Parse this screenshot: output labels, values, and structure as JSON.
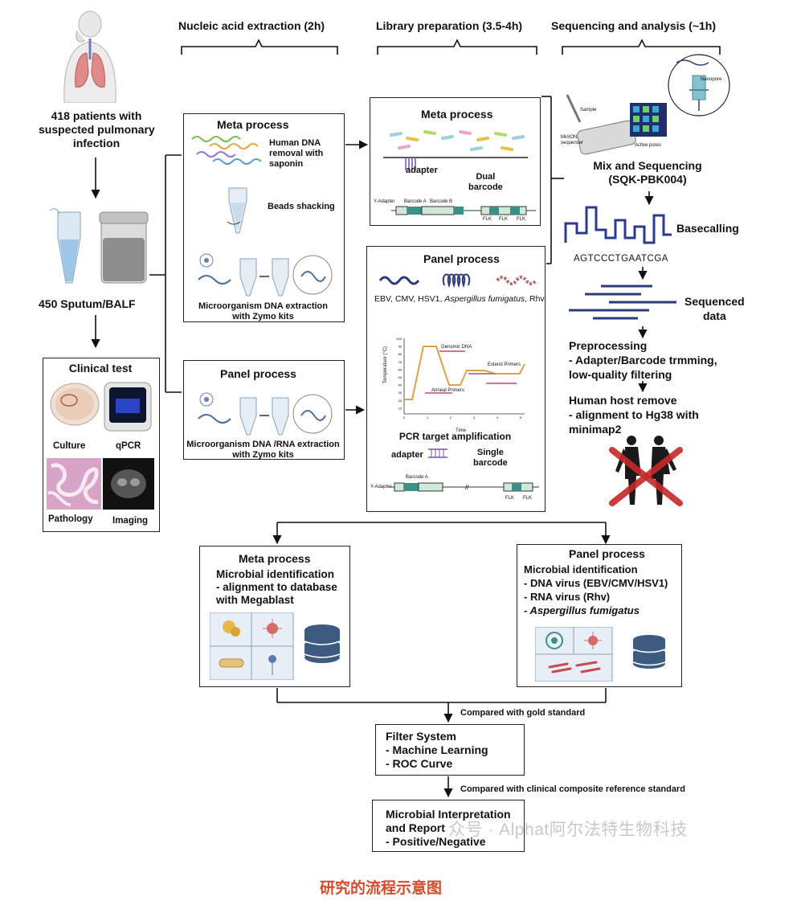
{
  "headers": {
    "extraction": "Nucleic acid extraction (2h)",
    "library": "Library preparation (3.5-4h)",
    "sequencing": "Sequencing and analysis (~1h)"
  },
  "patients": {
    "line1": "418 patients with",
    "line2": "suspected pulmonary",
    "line3": "infection"
  },
  "samples": {
    "label": "450 Sputum/BALF"
  },
  "clinical_test": {
    "title": "Clinical test",
    "items": [
      "Culture",
      "qPCR",
      "Pathology",
      "Imaging"
    ]
  },
  "extraction_meta": {
    "title": "Meta process",
    "step1_line1": "Human DNA",
    "step1_line2": "removal with",
    "step1_line3": "saponin",
    "step2": "Beads shacking",
    "step3_line1": "Microorganism DNA extraction",
    "step3_line2": "with Zymo kits"
  },
  "extraction_panel": {
    "title": "Panel process",
    "step_line1": "Microorganism DNA /RNA extraction",
    "step_line2": "with Zymo kits"
  },
  "library_meta": {
    "title": "Meta process",
    "adapter": "adapter",
    "dual_line1": "Dual",
    "dual_line2": "barcode",
    "y_adapter": "Y-Adapter",
    "barcode_a": "Barcode A",
    "barcode_b": "Barcode B",
    "flk": "FLK"
  },
  "library_panel": {
    "title": "Panel process",
    "targets_prefix": "EBV, CMV, HSV1, ",
    "targets_italic": "Aspergillus fumigatus",
    "targets_suffix": ", Rhv",
    "pcr_label": "PCR target amplification",
    "graph_genomic": "Genomic DNA",
    "graph_extend": "Extend Primers",
    "graph_anneal": "Anneal Primers",
    "graph_time": "Time",
    "graph_temp": "Temperature (°C)",
    "graph_yticks": [
      "100",
      "90",
      "80",
      "70",
      "60",
      "50",
      "40",
      "30",
      "20",
      "10"
    ],
    "graph_xticks": [
      "0",
      "1",
      "2",
      "3",
      "4",
      "5"
    ],
    "adapter": "adapter",
    "single_line1": "Single",
    "single_line2": "barcode",
    "y_adapter": "Y-Adapter",
    "barcode_a": "Barcode A",
    "flk": "FLK"
  },
  "sequencing": {
    "sample": "Sample",
    "minion_line1": "MinION",
    "minion_line2": "sequencer",
    "active_pores": "Active pores",
    "nanopore": "Nanopore",
    "mix_line1": "Mix and Sequencing",
    "mix_line2": "(SQK-PBK004)",
    "basecalling": "Basecalling",
    "sequence": "AGTCCCTGAATCGA",
    "sequenced_line1": "Sequenced",
    "sequenced_line2": "data",
    "pre_title": "Preprocessing",
    "pre_line1": "- Adapter/Barcode trmming,",
    "pre_line2": "low-quality filtering",
    "host_title": "Human host remove",
    "host_line1": "- alignment to Hg38 with",
    "host_line2": "minimap2"
  },
  "result_meta": {
    "title": "Meta process",
    "line1": "Microbial identification",
    "line2": "- alignment to database",
    "line3": "with Megablast"
  },
  "result_panel": {
    "title": "Panel process",
    "line1": "Microbial identification",
    "line2": "- DNA virus (EBV/CMV/HSV1)",
    "line3": "- RNA virus (Rhv)",
    "line4": "- Aspergillus fumigatus"
  },
  "gold": "Compared with gold standard",
  "filter": {
    "title": "Filter System",
    "line1": "- Machine Learning",
    "line2": "- ROC Curve"
  },
  "composite": "Compared with clinical composite reference standard",
  "interpret": {
    "line1": "Microbial Interpretation",
    "line2": "and Report",
    "line3": "- Positive/Negative"
  },
  "watermark": "众号 · Alphat阿尔法特生物科技",
  "caption": "研究的流程示意图",
  "colors": {
    "caption": "#d84a2a",
    "basecall": "#2b3a8c",
    "sequenced": "#2b3a7a",
    "pcr_curve": "#e3a04a",
    "red_x": "#c62828",
    "db": "#3d5a80"
  }
}
